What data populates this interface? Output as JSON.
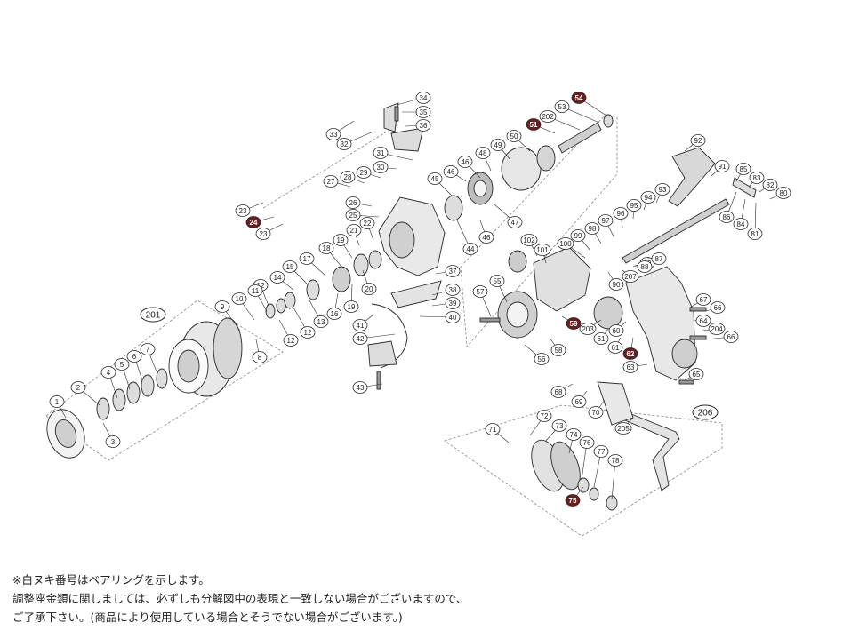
{
  "colors": {
    "line": "#2a2a2a",
    "part_fill": "#f3f3f3",
    "part_shade": "#bdbdbd",
    "bearing_fill": "#6b1e1e",
    "bearing_text": "#ffffff",
    "group_border": "#888888"
  },
  "callouts": [
    {
      "id": "c34",
      "label": "34",
      "bearing": false
    },
    {
      "id": "c35",
      "label": "35",
      "bearing": false
    },
    {
      "id": "c36",
      "label": "36",
      "bearing": false
    },
    {
      "id": "c33",
      "label": "33",
      "bearing": false
    },
    {
      "id": "c32",
      "label": "32",
      "bearing": false
    },
    {
      "id": "c31",
      "label": "31",
      "bearing": false
    },
    {
      "id": "c30",
      "label": "30",
      "bearing": false
    },
    {
      "id": "c29",
      "label": "29",
      "bearing": false
    },
    {
      "id": "c28",
      "label": "28",
      "bearing": false
    },
    {
      "id": "c27",
      "label": "27",
      "bearing": false
    },
    {
      "id": "c26",
      "label": "26",
      "bearing": false
    },
    {
      "id": "c25",
      "label": "25",
      "bearing": false
    },
    {
      "id": "c22",
      "label": "22",
      "bearing": false
    },
    {
      "id": "c21",
      "label": "21",
      "bearing": false
    },
    {
      "id": "c23a",
      "label": "23",
      "bearing": false
    },
    {
      "id": "c24",
      "label": "24",
      "bearing": true
    },
    {
      "id": "c23b",
      "label": "23",
      "bearing": false
    },
    {
      "id": "c18",
      "label": "18",
      "bearing": false
    },
    {
      "id": "c19a",
      "label": "19",
      "bearing": false
    },
    {
      "id": "c17",
      "label": "17",
      "bearing": false
    },
    {
      "id": "c15",
      "label": "15",
      "bearing": false
    },
    {
      "id": "c14",
      "label": "14",
      "bearing": false
    },
    {
      "id": "c12a",
      "label": "12",
      "bearing": false
    },
    {
      "id": "c16",
      "label": "16",
      "bearing": false
    },
    {
      "id": "c13",
      "label": "13",
      "bearing": false
    },
    {
      "id": "c12b",
      "label": "12",
      "bearing": false
    },
    {
      "id": "c12c",
      "label": "12",
      "bearing": false
    },
    {
      "id": "c20",
      "label": "20",
      "bearing": false
    },
    {
      "id": "c19b",
      "label": "19",
      "bearing": false
    },
    {
      "id": "c11",
      "label": "11",
      "bearing": false
    },
    {
      "id": "c10",
      "label": "10",
      "bearing": false
    },
    {
      "id": "c9",
      "label": "9",
      "bearing": false
    },
    {
      "id": "c8",
      "label": "8",
      "bearing": false
    },
    {
      "id": "c7",
      "label": "7",
      "bearing": false
    },
    {
      "id": "c6",
      "label": "6",
      "bearing": false
    },
    {
      "id": "c5",
      "label": "5",
      "bearing": false
    },
    {
      "id": "c4",
      "label": "4",
      "bearing": false
    },
    {
      "id": "c2",
      "label": "2",
      "bearing": false
    },
    {
      "id": "c1",
      "label": "1",
      "bearing": false
    },
    {
      "id": "c3",
      "label": "3",
      "bearing": false
    },
    {
      "id": "c41",
      "label": "41",
      "bearing": false
    },
    {
      "id": "c42",
      "label": "42",
      "bearing": false
    },
    {
      "id": "c43",
      "label": "43",
      "bearing": false
    },
    {
      "id": "c37",
      "label": "37",
      "bearing": false
    },
    {
      "id": "c38",
      "label": "38",
      "bearing": false
    },
    {
      "id": "c39",
      "label": "39",
      "bearing": false
    },
    {
      "id": "c40",
      "label": "40",
      "bearing": false
    },
    {
      "id": "c54",
      "label": "54",
      "bearing": true
    },
    {
      "id": "c53",
      "label": "53",
      "bearing": false
    },
    {
      "id": "c202",
      "label": "202",
      "bearing": false
    },
    {
      "id": "c51",
      "label": "51",
      "bearing": true
    },
    {
      "id": "c50",
      "label": "50",
      "bearing": false
    },
    {
      "id": "c49",
      "label": "49",
      "bearing": false
    },
    {
      "id": "c48",
      "label": "48",
      "bearing": false
    },
    {
      "id": "c46a",
      "label": "46",
      "bearing": false
    },
    {
      "id": "c46b",
      "label": "46",
      "bearing": false
    },
    {
      "id": "c45",
      "label": "45",
      "bearing": false
    },
    {
      "id": "c47",
      "label": "47",
      "bearing": false
    },
    {
      "id": "c46c",
      "label": "46",
      "bearing": false
    },
    {
      "id": "c44",
      "label": "44",
      "bearing": false
    },
    {
      "id": "c92",
      "label": "92",
      "bearing": false
    },
    {
      "id": "c91",
      "label": "91",
      "bearing": false
    },
    {
      "id": "c85",
      "label": "85",
      "bearing": false
    },
    {
      "id": "c83",
      "label": "83",
      "bearing": false
    },
    {
      "id": "c82",
      "label": "82",
      "bearing": false
    },
    {
      "id": "c80",
      "label": "80",
      "bearing": false
    },
    {
      "id": "c86",
      "label": "86",
      "bearing": false
    },
    {
      "id": "c84",
      "label": "84",
      "bearing": false
    },
    {
      "id": "c81",
      "label": "81",
      "bearing": false
    },
    {
      "id": "c93",
      "label": "93",
      "bearing": false
    },
    {
      "id": "c94",
      "label": "94",
      "bearing": false
    },
    {
      "id": "c95",
      "label": "95",
      "bearing": false
    },
    {
      "id": "c96",
      "label": "96",
      "bearing": false
    },
    {
      "id": "c97",
      "label": "97",
      "bearing": false
    },
    {
      "id": "c98",
      "label": "98",
      "bearing": false
    },
    {
      "id": "c99",
      "label": "99",
      "bearing": false
    },
    {
      "id": "c100",
      "label": "100",
      "bearing": false
    },
    {
      "id": "c89",
      "label": "89",
      "bearing": false
    },
    {
      "id": "c207",
      "label": "207",
      "bearing": false
    },
    {
      "id": "c88",
      "label": "88",
      "bearing": false
    },
    {
      "id": "c87",
      "label": "87",
      "bearing": false
    },
    {
      "id": "c90",
      "label": "90",
      "bearing": false
    },
    {
      "id": "c102",
      "label": "102",
      "bearing": false
    },
    {
      "id": "c101",
      "label": "101",
      "bearing": false
    },
    {
      "id": "c57",
      "label": "57",
      "bearing": false
    },
    {
      "id": "c55",
      "label": "55",
      "bearing": false
    },
    {
      "id": "c59",
      "label": "59",
      "bearing": true
    },
    {
      "id": "c203",
      "label": "203",
      "bearing": false
    },
    {
      "id": "c61a",
      "label": "61",
      "bearing": false
    },
    {
      "id": "c61b",
      "label": "61",
      "bearing": false
    },
    {
      "id": "c60",
      "label": "60",
      "bearing": false
    },
    {
      "id": "c62",
      "label": "62",
      "bearing": true
    },
    {
      "id": "c63",
      "label": "63",
      "bearing": false
    },
    {
      "id": "c58",
      "label": "58",
      "bearing": false
    },
    {
      "id": "c56",
      "label": "56",
      "bearing": false
    },
    {
      "id": "c67",
      "label": "67",
      "bearing": false
    },
    {
      "id": "c66a",
      "label": "66",
      "bearing": false
    },
    {
      "id": "c64",
      "label": "64",
      "bearing": false
    },
    {
      "id": "c204",
      "label": "204",
      "bearing": false
    },
    {
      "id": "c66b",
      "label": "66",
      "bearing": false
    },
    {
      "id": "c65",
      "label": "65",
      "bearing": false
    },
    {
      "id": "c68",
      "label": "68",
      "bearing": false
    },
    {
      "id": "c69",
      "label": "69",
      "bearing": false
    },
    {
      "id": "c70",
      "label": "70",
      "bearing": false
    },
    {
      "id": "c205",
      "label": "205",
      "bearing": false
    },
    {
      "id": "c72",
      "label": "72",
      "bearing": false
    },
    {
      "id": "c73",
      "label": "73",
      "bearing": false
    },
    {
      "id": "c71",
      "label": "71",
      "bearing": false
    },
    {
      "id": "c74",
      "label": "74",
      "bearing": false
    },
    {
      "id": "c76",
      "label": "76",
      "bearing": false
    },
    {
      "id": "c77",
      "label": "77",
      "bearing": false
    },
    {
      "id": "c78",
      "label": "78",
      "bearing": false
    },
    {
      "id": "c75",
      "label": "75",
      "bearing": true
    }
  ],
  "groups": [
    {
      "id": "g201",
      "label": "201"
    },
    {
      "id": "g206",
      "label": "206"
    }
  ],
  "notes": {
    "line1": "※白ヌキ番号はベアリングを示します。",
    "line2": "調整座金類に関しましては、必ずしも分解図中の表現と一致しない場合がございますので、",
    "line3": "ご了承下さい。(商品により使用している場合とそうでない場合がございます。)"
  }
}
